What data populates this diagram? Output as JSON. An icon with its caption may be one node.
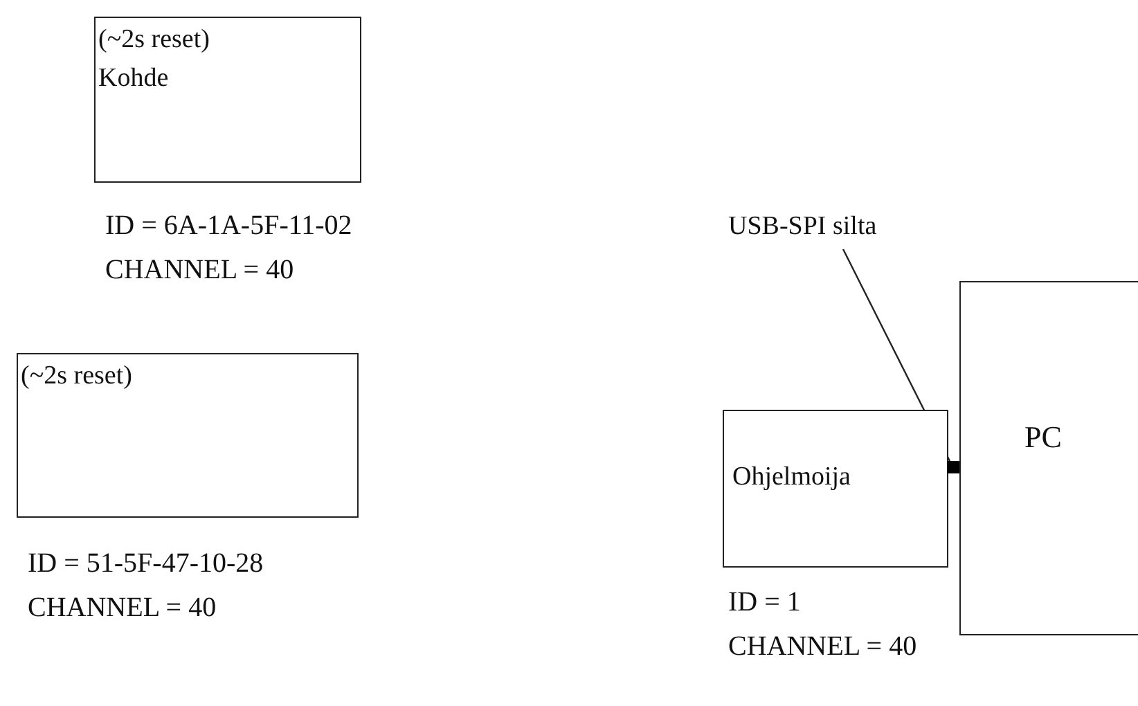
{
  "diagram": {
    "nodes": [
      {
        "text": [
          "(~2s reset)",
          "Kohde"
        ],
        "beside": [
          "ID = 6A-1A-5F-11-02",
          "CHANNEL = 40"
        ]
      },
      {
        "text": [
          "(~2s reset)"
        ],
        "beside": [
          "ID = 51-5F-47-10-28",
          "CHANNEL = 40"
        ]
      },
      {
        "text": [
          "USB-SPI silta"
        ]
      },
      {
        "text": [
          "Ohjelmoija"
        ],
        "beside": [
          "ID = 1",
          "CHANNEL = 40"
        ]
      },
      {
        "text": [],
        "shape": "box"
      },
      {
        "text": [
          "PC"
        ]
      }
    ],
    "edges": [
      {
        "from": 2,
        "to": 4,
        "arrow": "none"
      }
    ]
  }
}
